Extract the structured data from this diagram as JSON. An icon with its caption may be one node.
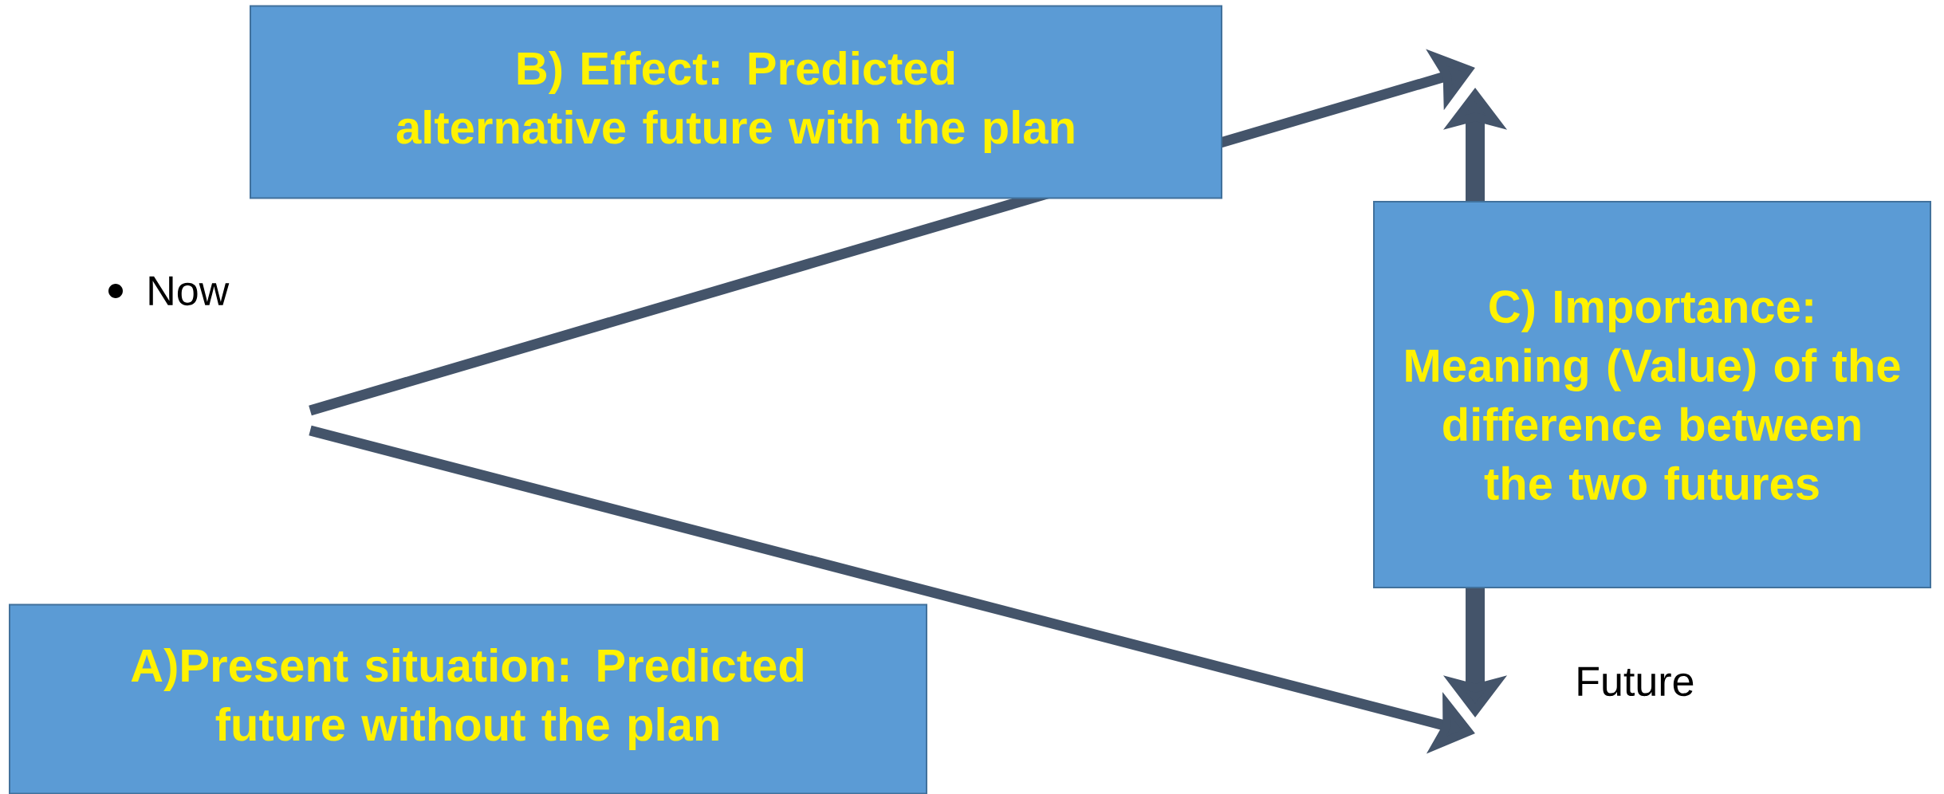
{
  "diagram": {
    "nodes": [
      {
        "text": [
          "B) Effect: Predicted alternative future with the plan"
        ]
      },
      {
        "text": [
          "C) Importance: Meaning (Value) of the difference between the two futures"
        ]
      },
      {
        "text": [
          "A)Present situation: Predicted future without the plan"
        ]
      }
    ],
    "labels": [
      "Now",
      "Future"
    ]
  }
}
